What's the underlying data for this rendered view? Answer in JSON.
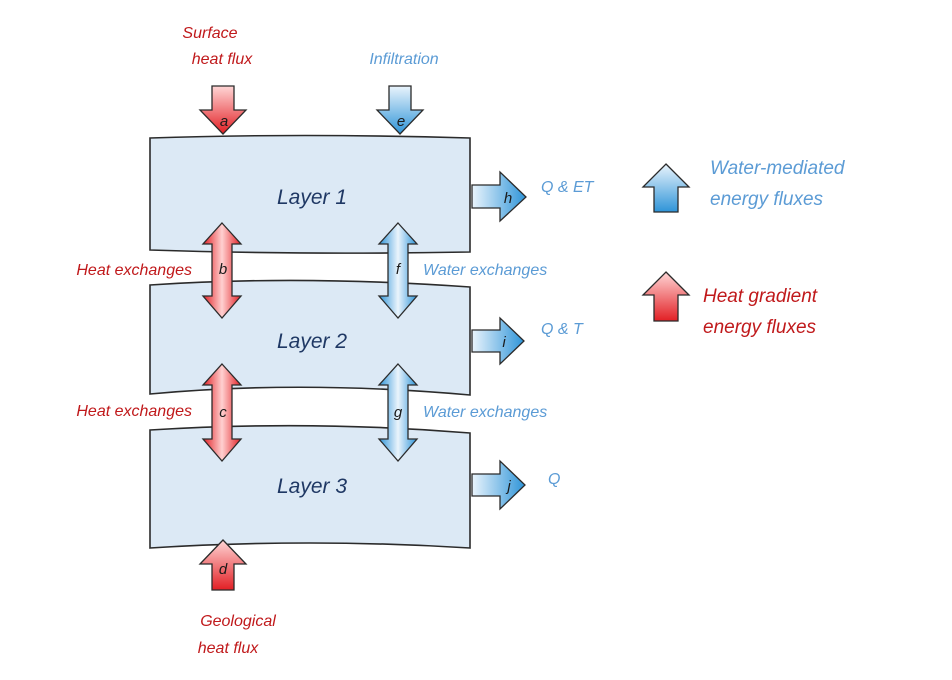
{
  "layers": [
    {
      "label": "Layer 1"
    },
    {
      "label": "Layer 2"
    },
    {
      "label": "Layer 3"
    }
  ],
  "arrows": {
    "a": "a",
    "b": "b",
    "c": "c",
    "d": "d",
    "e": "e",
    "f": "f",
    "g": "g",
    "h": "h",
    "i": "i",
    "j": "j"
  },
  "labels": {
    "surface_line1": "Surface",
    "surface_line2": "heat flux",
    "infiltration": "Infiltration",
    "heat_exchanges_1": "Heat exchanges",
    "heat_exchanges_2": "Heat exchanges",
    "water_exchanges_1": "Water exchanges",
    "water_exchanges_2": "Water exchanges",
    "out_1": "Q & ET",
    "out_2": "Q & T",
    "out_3": "Q",
    "geological_line1": "Geological",
    "geological_line2": "heat flux"
  },
  "legend": {
    "water_line1": "Water-mediated",
    "water_line2": "energy fluxes",
    "heat_line1": "Heat gradient",
    "heat_line2": "energy fluxes"
  },
  "colors": {
    "heat_text": "#c0191b",
    "water_text": "#5b9bd5",
    "layer_text": "#1f3864",
    "layer_fill": "#dce9f5",
    "outline": "#2b2b2b"
  }
}
